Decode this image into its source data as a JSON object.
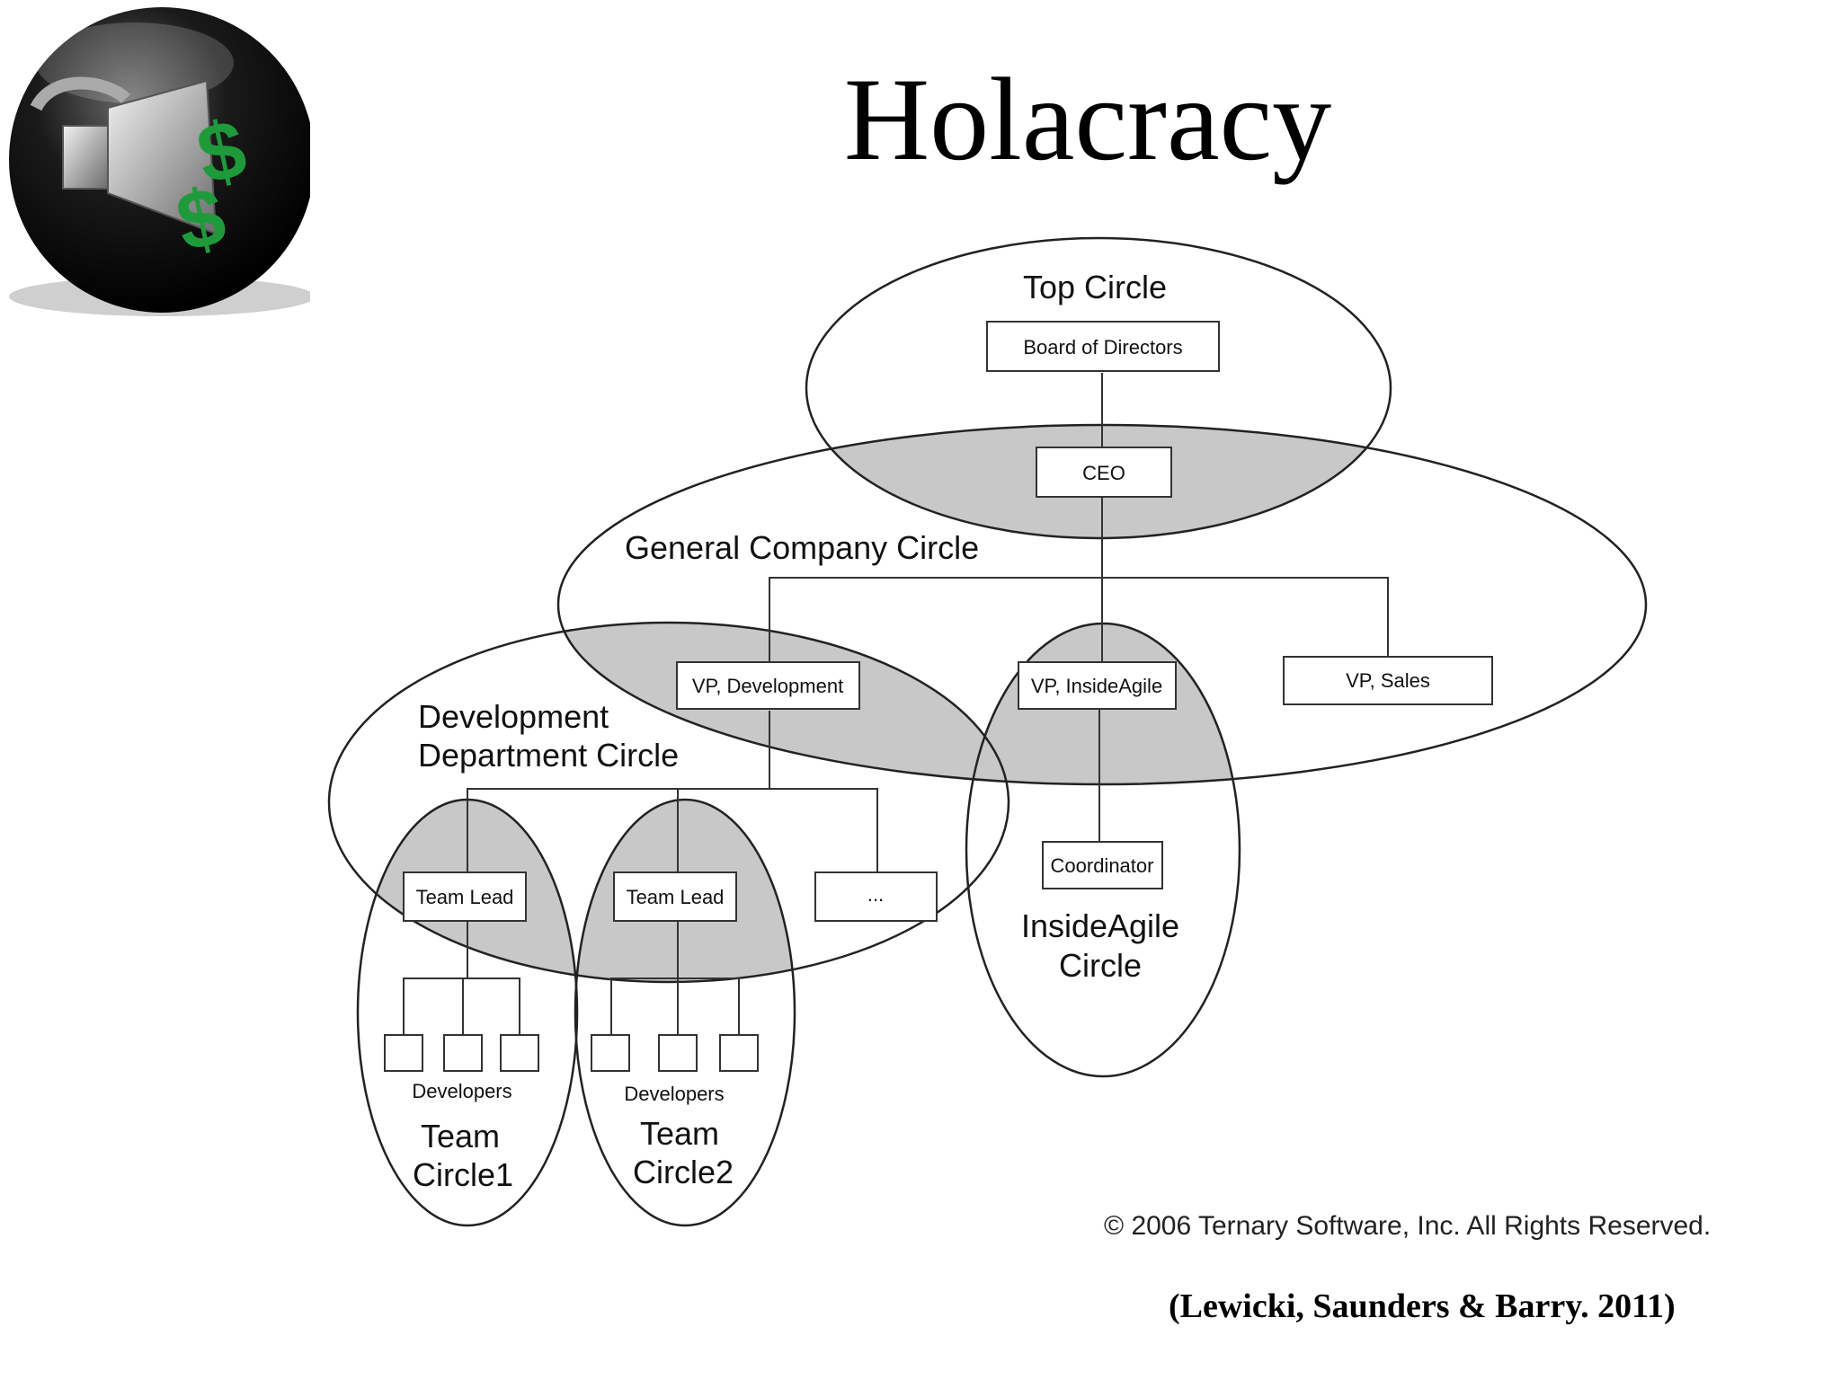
{
  "slide": {
    "title": "Holacracy",
    "logo_icon": "plug-dollar-icon",
    "copyright": "© 2006 Ternary Software, Inc. All Rights Reserved.",
    "citation": "(Lewicki, Saunders & Barry. 2011)"
  },
  "diagram": {
    "circles": {
      "top": "Top Circle",
      "general": "General Company Circle",
      "dev_line1": "Development",
      "dev_line2": "Department Circle",
      "inside_line1": "InsideAgile",
      "inside_line2": "Circle",
      "team1_line1": "Team",
      "team1_line2": "Circle1",
      "team2_line1": "Team",
      "team2_line2": "Circle2"
    },
    "roles": {
      "board": "Board of Directors",
      "ceo": "CEO",
      "vp_dev": "VP, Development",
      "vp_inside": "VP, InsideAgile",
      "vp_sales": "VP, Sales",
      "coordinator": "Coordinator",
      "team_lead_1": "Team Lead",
      "team_lead_2": "Team Lead",
      "more": "...",
      "developers_1": "Developers",
      "developers_2": "Developers"
    },
    "colors": {
      "overlap": "#c8c8c8",
      "stroke": "#222222"
    }
  }
}
